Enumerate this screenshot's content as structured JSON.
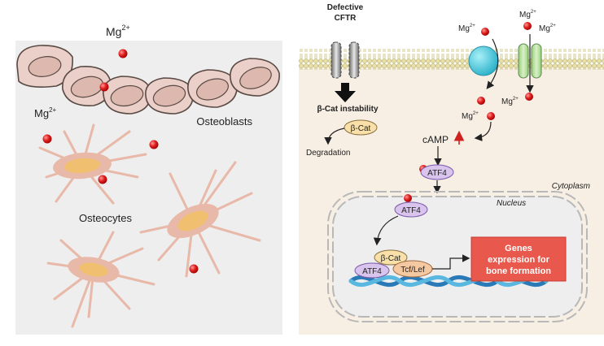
{
  "left_panel": {
    "ion_labels": [
      {
        "base": "Mg",
        "sup": "2+"
      },
      {
        "base": "Mg",
        "sup": "2+"
      }
    ],
    "osteoblasts_label": "Osteoblasts",
    "osteocytes_label": "Osteocytes"
  },
  "right_panel": {
    "defective_label_line1": "Defective",
    "defective_label_line2": "CFTR",
    "bcat_instability": "β-Cat instability",
    "bcat": "β-Cat",
    "degradation": "Degradation",
    "ion_top_left": {
      "base": "Mg",
      "sup": "2+"
    },
    "ion_top_right_a": {
      "base": "Mg",
      "sup": "2+"
    },
    "ion_top_right_b": {
      "base": "Mg",
      "sup": "2+"
    },
    "ion_mid_left": {
      "base": "Mg",
      "sup": "2+"
    },
    "ion_mid_right": {
      "base": "Mg",
      "sup": "2+"
    },
    "camp": "cAMP",
    "atf4_top": "ATF4",
    "cytoplasm": "Cytoplasm",
    "nucleus": "Nucleus",
    "atf4_mid": "ATF4",
    "bcat_nucleus": "β-Cat",
    "atf4_bottom": "ATF4",
    "tcf_lef": "Tcf/Lef",
    "genes_line1": "Genes",
    "genes_line2": "expression for",
    "genes_line3": "bone formation"
  },
  "colors": {
    "panel_bg": "#eeeeee",
    "cytoplasm_bg": "#f7efe4",
    "ion_red": "#e02020",
    "cell_pink": "#e8b8a8",
    "cell_nucleus": "#f0c098",
    "genes_box": "#e8584c",
    "atf4_fill": "#d8c4ec",
    "bcat_fill": "#f8e0a8",
    "tcf_fill": "#f4c8a0"
  }
}
